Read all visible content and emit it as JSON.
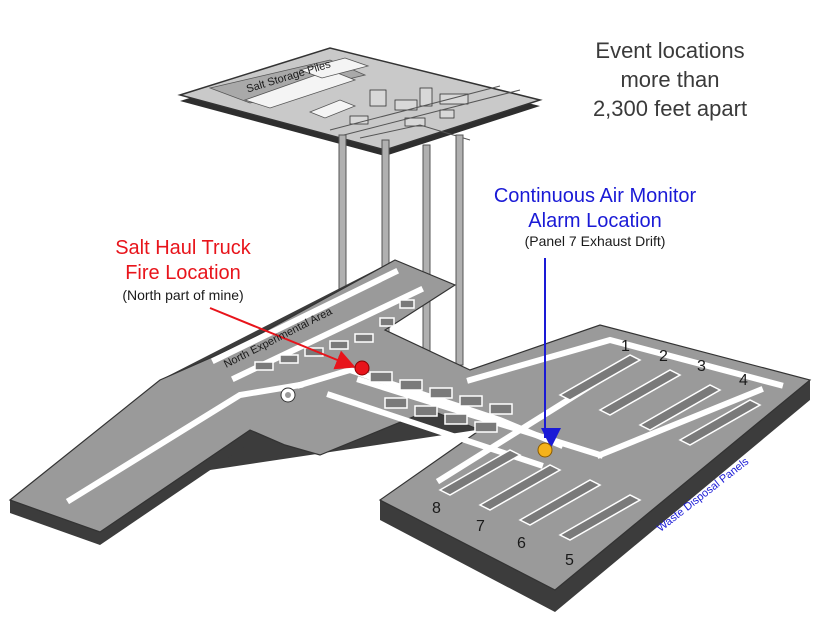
{
  "summary": {
    "line1": "Event locations",
    "line2": "more than",
    "line3": "2,300 feet apart"
  },
  "surface": {
    "label": "Salt Storage Piles"
  },
  "fire": {
    "title_line1": "Salt Haul Truck",
    "title_line2": "Fire Location",
    "subtitle": "(North part of mine)",
    "color": "#e8141b"
  },
  "cam": {
    "title_line1": "Continuous Air Monitor",
    "title_line2": "Alarm Location",
    "subtitle": "(Panel 7 Exhaust Drift)",
    "color": "#1a1ad6",
    "marker_color": "#f5b21a"
  },
  "areas": {
    "north_experimental": "North Experimental Area",
    "waste_panels": "Waste Disposal Panels"
  },
  "panels": [
    "1",
    "2",
    "3",
    "4",
    "5",
    "6",
    "7",
    "8"
  ],
  "colors": {
    "mine_floor": "#9a9a9a",
    "mine_side": "#3c3c3c",
    "drift": "#ffffff",
    "surface": "#c9c9c9",
    "shaft": "#b0b0b0"
  }
}
